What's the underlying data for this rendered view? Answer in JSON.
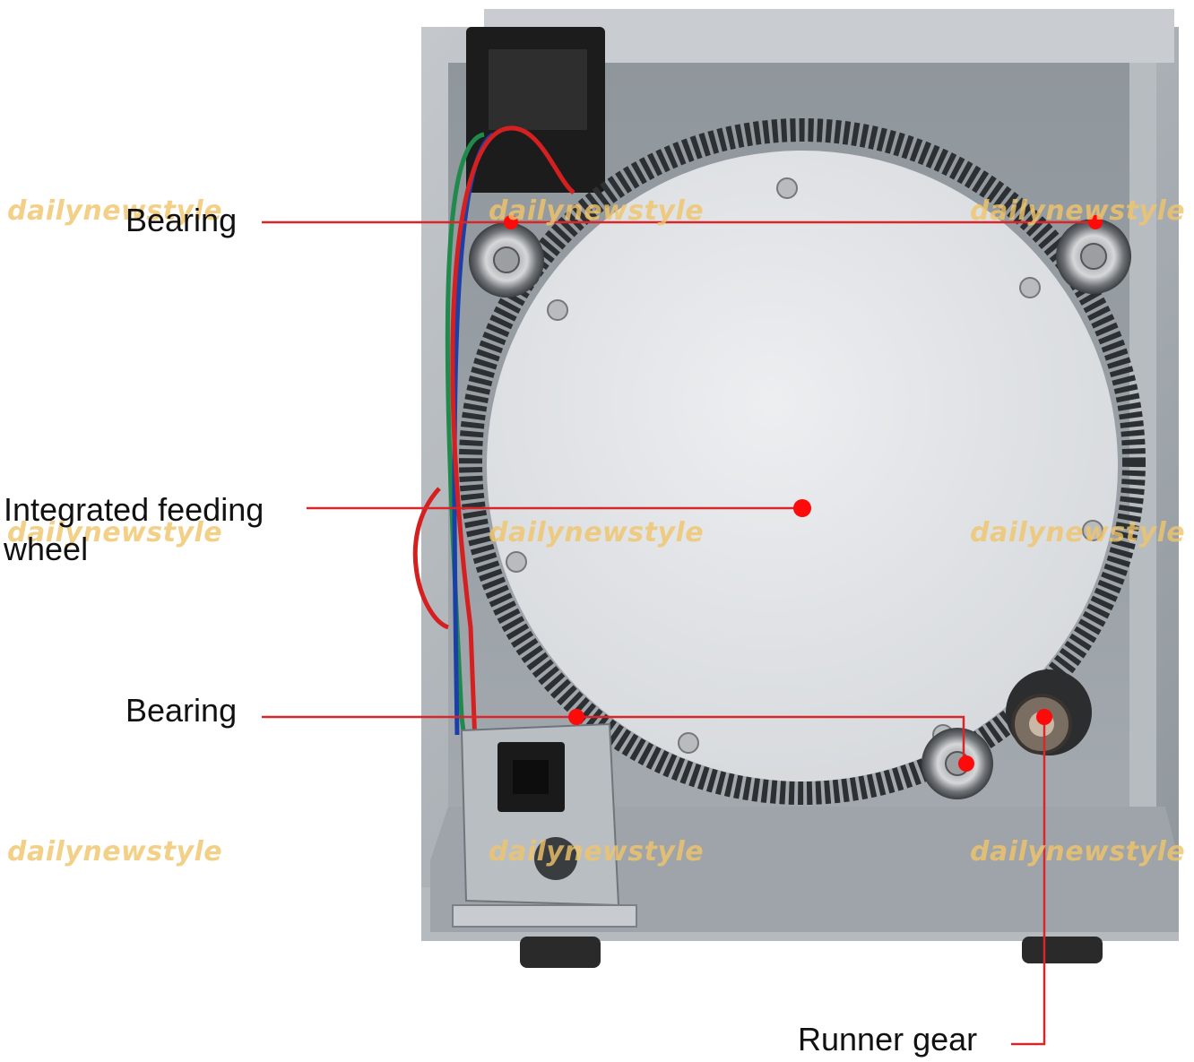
{
  "annotations": {
    "bearing_top": "Bearing",
    "feeding_wheel_line1": "Integrated feeding",
    "feeding_wheel_line2": "wheel",
    "bearing_bottom": "Bearing",
    "runner_gear": "Runner gear"
  },
  "watermark": "dailynewstyle",
  "colors": {
    "callout": "#d9262a",
    "marker": "#ff0a0a",
    "watermark": "#f1c56a",
    "housing": "#9aa0a6",
    "wheel_face": "#e4e6e9"
  }
}
